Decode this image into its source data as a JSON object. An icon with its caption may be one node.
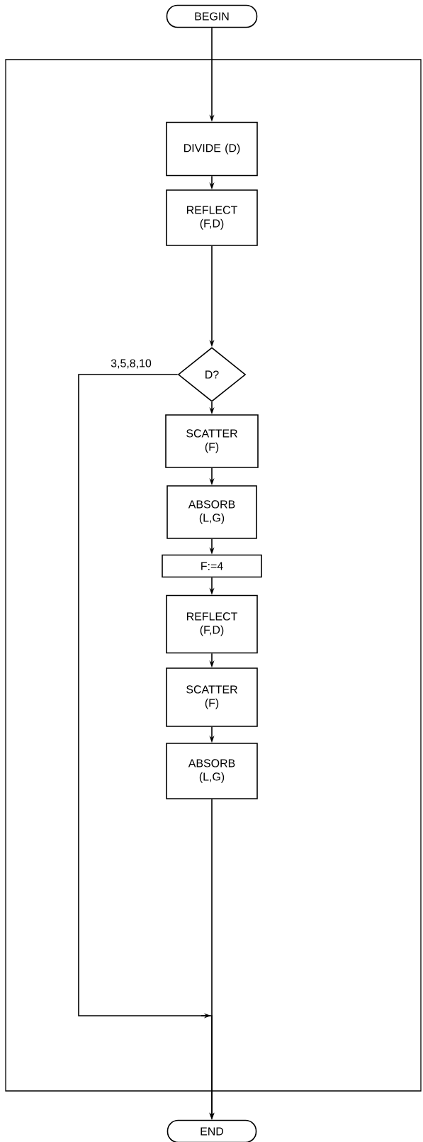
{
  "diagram": {
    "nodes": [
      {
        "text": [
          "BEGIN"
        ]
      },
      {
        "text": [
          "DIVIDE (D)"
        ]
      },
      {
        "text": [
          "REFLECT (F,D)"
        ]
      },
      {
        "text": [
          "D?"
        ]
      },
      {
        "text": [
          "SCATTER (F)"
        ]
      },
      {
        "text": [
          "ABSORB (L,G)"
        ]
      },
      {
        "text": [
          "F:=4"
        ]
      },
      {
        "text": [
          "REFLECT (F,D)"
        ]
      },
      {
        "text": [
          "SCATTER (F)"
        ]
      },
      {
        "text": [
          "ABSORB (L,G)"
        ]
      },
      {
        "text": [
          "END"
        ]
      }
    ],
    "edges": [
      {
        "from": 0,
        "to": 1,
        "arrow": "to"
      },
      {
        "from": 1,
        "to": 2,
        "arrow": "to"
      },
      {
        "from": 2,
        "to": 3,
        "arrow": "to"
      },
      {
        "from": 3,
        "to": 4,
        "arrow": "to"
      },
      {
        "from": 4,
        "to": 5,
        "arrow": "to"
      },
      {
        "from": 5,
        "to": 6,
        "arrow": "to"
      },
      {
        "from": 6,
        "to": 7,
        "arrow": "to"
      },
      {
        "from": 7,
        "to": 8,
        "arrow": "to"
      },
      {
        "from": 8,
        "to": 9,
        "arrow": "to"
      },
      {
        "from": 9,
        "to": 10,
        "arrow": "to"
      },
      {
        "from": 3,
        "to": 10,
        "arrow": "to",
        "label": "3,5,8,10"
      }
    ]
  }
}
